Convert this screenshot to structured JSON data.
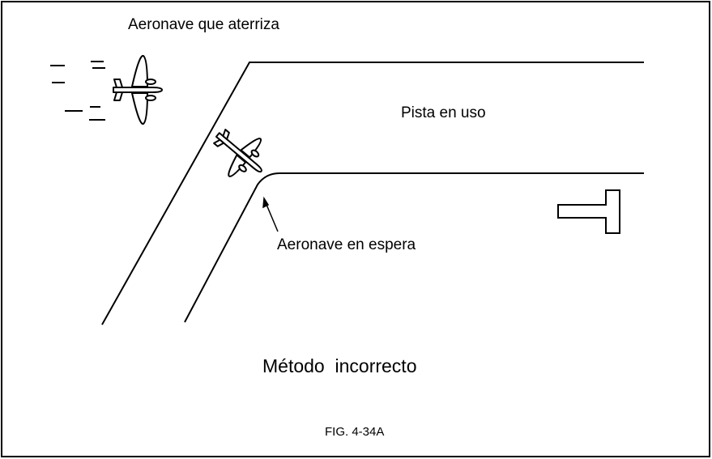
{
  "labels": {
    "landing_aircraft": "Aeronave que aterriza",
    "runway_in_use": "Pista en uso",
    "holding_aircraft": "Aeronave en espera",
    "method": "Método  incorrecto",
    "figure": "FIG. 4-34A"
  },
  "colors": {
    "line": "#000000",
    "background": "#ffffff"
  }
}
